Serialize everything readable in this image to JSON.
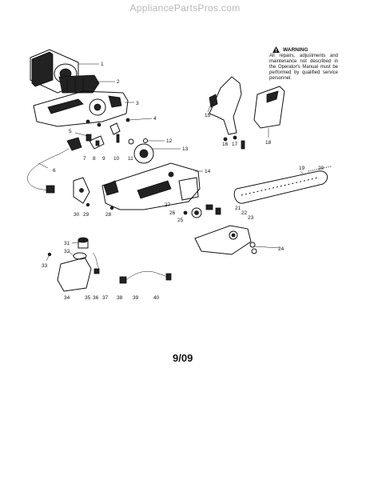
{
  "header": {
    "site_name": "AppliancePartsPros.com"
  },
  "warning": {
    "title": "WARNING",
    "text": "All repairs, adjustments and maintenance not described in the Operator's Manual must be performed by qualified service personnel."
  },
  "footer": {
    "page_code": "9/09"
  },
  "callouts": [
    "1",
    "2",
    "3",
    "4",
    "5",
    "6",
    "7",
    "8",
    "9",
    "10",
    "11",
    "12",
    "13",
    "14",
    "15",
    "16",
    "17",
    "18",
    "19",
    "20",
    "21",
    "22",
    "23",
    "24",
    "25",
    "26",
    "27",
    "28",
    "29",
    "30",
    "31",
    "32",
    "33",
    "34",
    "35",
    "36",
    "37",
    "38",
    "39",
    "40"
  ],
  "icons": {
    "warning": "warning-triangle-icon"
  }
}
